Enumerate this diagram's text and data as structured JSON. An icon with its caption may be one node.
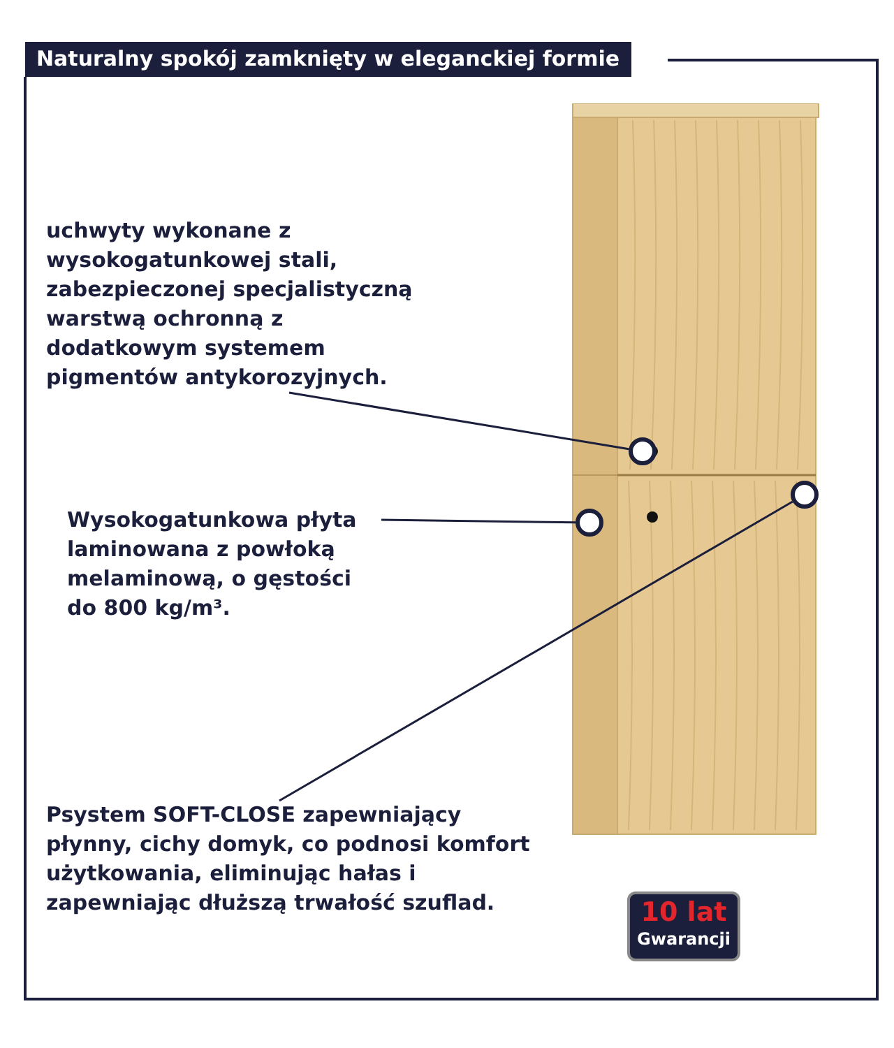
{
  "diagram": {
    "title": "Naturalny spokój zamknięty w eleganckiej formie",
    "nodes": [
      {
        "text": [],
        "shape": "picture"
      },
      {
        "text": [],
        "shape": "circle",
        "in": 0
      },
      {
        "text": [],
        "shape": "circle"
      },
      {
        "text": [],
        "shape": "circle",
        "in": 0
      },
      {
        "text": [
          "uchwyty wykonane z wysokogatunkowej stali, zabezpieczonej specjalistyczną warstwą ochronną z dodatkowym systemem pigmentów antykorozyjnych."
        ]
      },
      {
        "text": [
          "Wysokogatunkowa płyta laminowana z powłoką melaminową, o gęstości do 800 kg/m³."
        ]
      },
      {
        "text": [
          "Psystem SOFT-CLOSE zapewniający płynny, cichy domyk, co podnosi komfort użytkowania, eliminując hałas i zapewniając dłuższą trwałość szuflad."
        ]
      },
      {
        "text": [
          "10 lat",
          "Gwarancji"
        ]
      }
    ],
    "edges": [
      {
        "from": 4,
        "to": 1,
        "arrow": "none"
      },
      {
        "from": 5,
        "to": 2,
        "arrow": "none"
      },
      {
        "from": 6,
        "to": 3,
        "arrow": "none"
      }
    ]
  }
}
